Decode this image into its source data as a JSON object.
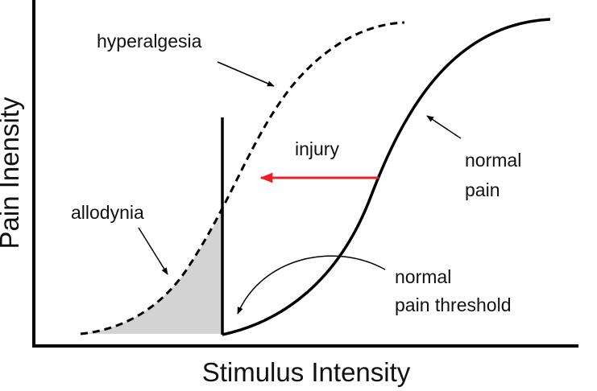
{
  "labels": {
    "hyperalgesia": "hyperalgesia",
    "injury": "injury",
    "normal_pain_line1": "normal",
    "normal_pain_line2": "pain",
    "allodynia": "allodynia",
    "threshold_line1": "normal",
    "threshold_line2": "pain threshold"
  },
  "axes": {
    "x_label": "Stimulus Intensity",
    "y_label": "Pain Inensity"
  },
  "colors": {
    "stroke": "#000000",
    "injury_arrow": "#e8202a",
    "shaded_region": "#d3d3d3"
  }
}
